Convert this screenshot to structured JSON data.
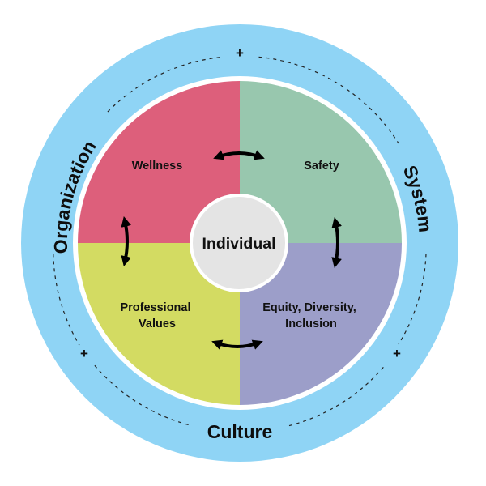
{
  "diagram": {
    "center": {
      "label": "Individual"
    },
    "quadrants": [
      {
        "id": "wellness",
        "lines": [
          "Wellness"
        ]
      },
      {
        "id": "safety",
        "lines": [
          "Safety"
        ]
      },
      {
        "id": "professional-values",
        "lines": [
          "Professional",
          "Values"
        ]
      },
      {
        "id": "equity",
        "lines": [
          "Equity, Diversity,",
          "Inclusion"
        ]
      }
    ],
    "ring_labels": {
      "organization": "Organization",
      "system": "System",
      "culture": "Culture"
    },
    "plus_sign": "+"
  },
  "colors": {
    "outer_ring": "#8fd4f5",
    "wellness": "#dd5f7b",
    "safety": "#98c7ae",
    "professional_values": "#d3db62",
    "equity": "#9c9ec9",
    "center": "#e4e4e4"
  }
}
